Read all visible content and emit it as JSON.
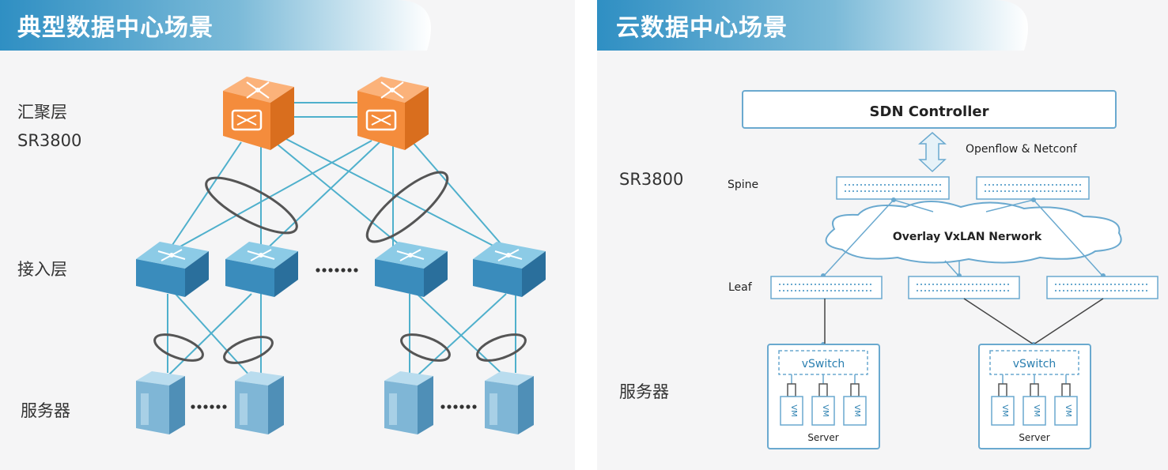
{
  "left": {
    "title": "典型数据中心场景",
    "label_agg": "汇聚层",
    "label_sr": "SR3800",
    "label_access": "接入层",
    "label_server": "服务器"
  },
  "right": {
    "title": "云数据中心场景",
    "label_sr": "SR3800",
    "label_server": "服务器",
    "controller": "SDN Controller",
    "protocol": "Openflow & Netconf",
    "spine": "Spine",
    "leaf": "Leaf",
    "overlay": "Overlay VxLAN Nerwork",
    "vswitch": "vSwitch",
    "vm": "VM",
    "server": "Server"
  },
  "colors": {
    "header_start": "#3d9ac8",
    "header_end": "#ffffff",
    "link": "#4fb0cc",
    "agg_switch": "#f48c3c",
    "access_switch": "#3a8cbc",
    "server": "#5f9fc5",
    "panel_bg": "#f5f5f6",
    "outline": "#6aa9cf"
  },
  "icons": {
    "agg": "orange-router-icon",
    "access": "blue-switch-icon",
    "server": "server-tower-icon"
  }
}
